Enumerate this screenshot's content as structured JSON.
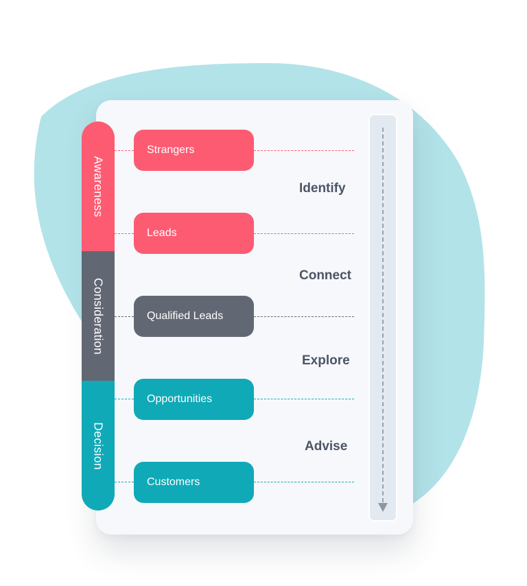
{
  "colors": {
    "awareness": "#fd5b72",
    "consideration": "#626873",
    "decision": "#10a9b7",
    "blob": "#b2e3e9",
    "action_text": "#4b5565"
  },
  "stages": [
    {
      "label": "Awareness"
    },
    {
      "label": "Consideration"
    },
    {
      "label": "Decision"
    }
  ],
  "steps": [
    {
      "label": "Strangers"
    },
    {
      "label": "Leads"
    },
    {
      "label": "Qualified Leads"
    },
    {
      "label": "Opportunities"
    },
    {
      "label": "Customers"
    }
  ],
  "actions": [
    {
      "label": "Identify"
    },
    {
      "label": "Connect"
    },
    {
      "label": "Explore"
    },
    {
      "label": "Advise"
    }
  ],
  "icons": {
    "flow_arrow": "arrow-down-icon"
  }
}
